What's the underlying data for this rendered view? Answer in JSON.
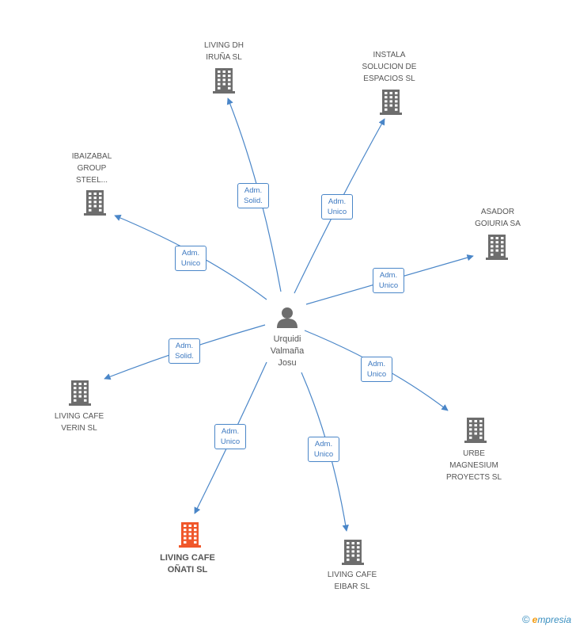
{
  "center": {
    "label": "Urquidi\nValmaña\nJosu",
    "icon": "person-icon"
  },
  "nodes": [
    {
      "id": "living-dh",
      "label": "LIVING DH\nIRUÑA SL",
      "role": "Adm.\nSolid."
    },
    {
      "id": "instala",
      "label": "INSTALA\nSOLUCION DE\nESPACIOS SL",
      "role": "Adm.\nUnico"
    },
    {
      "id": "ibaizabal",
      "label": "IBAIZABAL\nGROUP\nSTEEL...",
      "role": "Adm.\nUnico"
    },
    {
      "id": "asador",
      "label": "ASADOR\nGOIURIA SA",
      "role": "Adm.\nUnico"
    },
    {
      "id": "living-verin",
      "label": "LIVING CAFE\nVERIN SL",
      "role": "Adm.\nSolid."
    },
    {
      "id": "urbe",
      "label": "URBE\nMAGNESIUM\nPROYECTS SL",
      "role": "Adm.\nUnico"
    },
    {
      "id": "living-onati",
      "label": "LIVING CAFE\nOÑATI SL",
      "role": "Adm.\nUnico",
      "highlight": true
    },
    {
      "id": "living-eibar",
      "label": "LIVING CAFE\nEIBAR SL",
      "role": "Adm.\nUnico"
    }
  ],
  "colors": {
    "edge": "#4a86c8",
    "building": "#6d6d6d",
    "highlight": "#f0572a",
    "person": "#6d6d6d"
  },
  "footer": {
    "copyright": "©",
    "brand_first": "e",
    "brand_rest": "mpresia"
  }
}
